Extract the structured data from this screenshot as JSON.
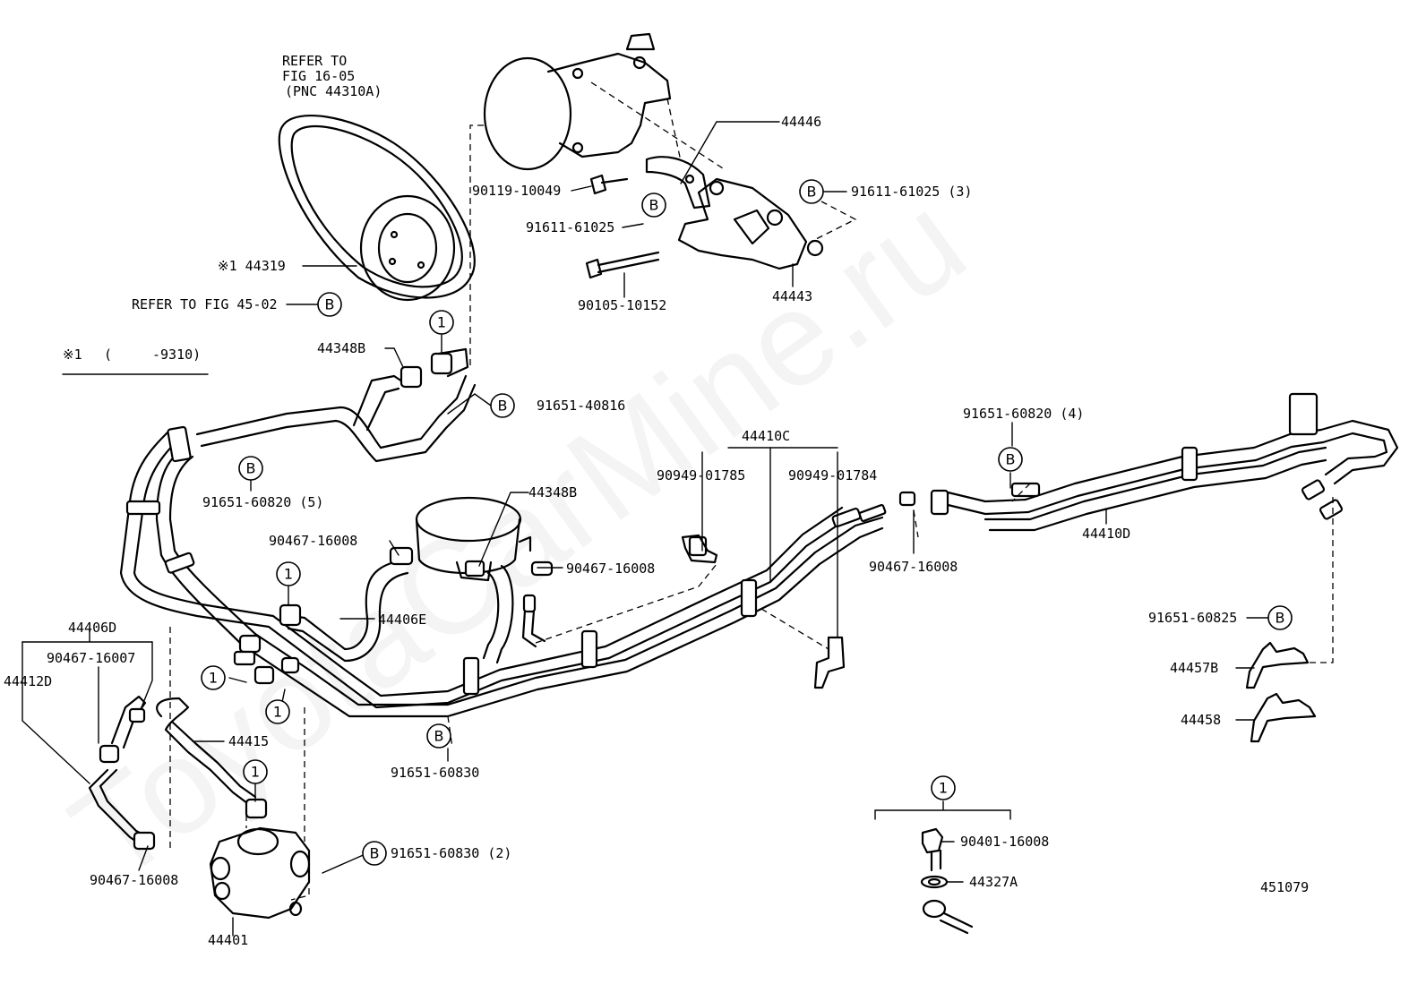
{
  "watermark": "ToyotaCarMine.ru",
  "figure_number": "451079",
  "refs": {
    "belt_line1": "REFER TO",
    "belt_line2": "FIG 16-05",
    "belt_line3": "(PNC 44310A)",
    "fig45": "REFER TO FIG 45-02"
  },
  "footnote": {
    "mark": "※1",
    "open": "(",
    "code": "-9310)"
  },
  "markers": {
    "circle_one": "1",
    "circle_b": "B"
  },
  "parts": {
    "p44319": "※1 44319",
    "p44446": "44446",
    "p90119_10049": "90119-10049",
    "p91611_61025": "91611-61025",
    "p91611_61025_3": "91611-61025 (3)",
    "p90105_10152": "90105-10152",
    "p44443": "44443",
    "p44348B_top": "44348B",
    "p91651_40816": "91651-40816",
    "p91651_60820_5": "91651-60820 (5)",
    "p44348B_mid": "44348B",
    "p90467_16008_a": "90467-16008",
    "p90467_16008_b": "90467-16008",
    "p44406E": "44406E",
    "p44410C": "44410C",
    "p90949_01785": "90949-01785",
    "p90949_01784": "90949-01784",
    "p90467_16008_c": "90467-16008",
    "p91651_60820_4": "91651-60820 (4)",
    "p44410D": "44410D",
    "p91651_60825": "91651-60825",
    "p44457B": "44457B",
    "p44458": "44458",
    "p44406D": "44406D",
    "p90467_16007": "90467-16007",
    "p44412D": "44412D",
    "p44415": "44415",
    "p91651_60830": "91651-60830",
    "p91651_60830_2": "91651-60830 (2)",
    "p90467_16008_d": "90467-16008",
    "p44401": "44401",
    "p90401_16008": "90401-16008",
    "p44327A": "44327A"
  }
}
